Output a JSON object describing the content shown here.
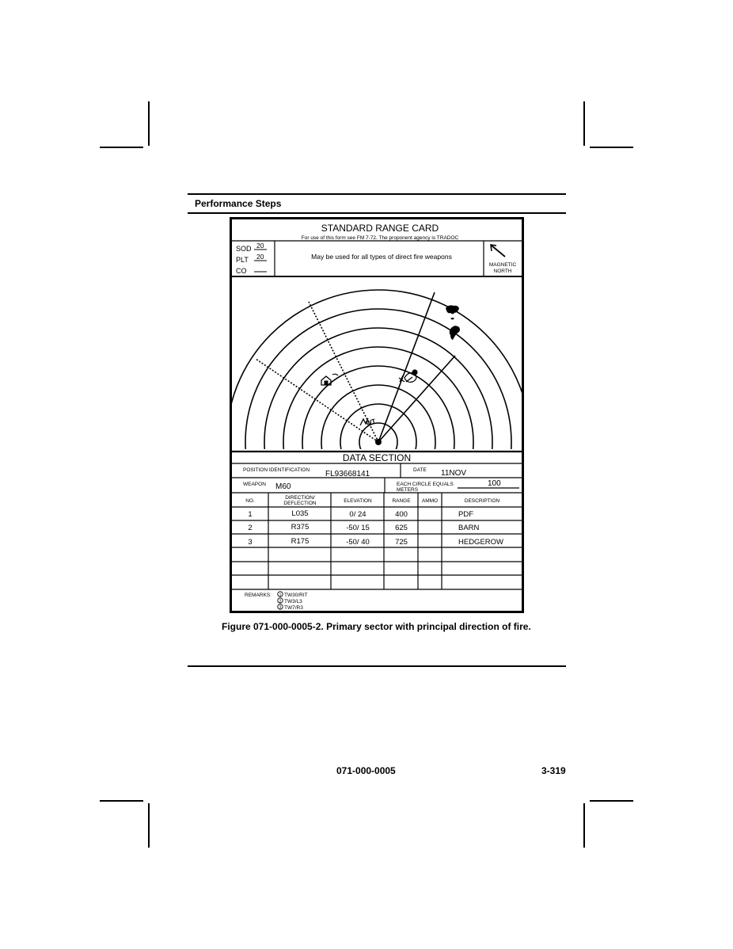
{
  "header": {
    "section_title": "Performance Steps"
  },
  "card": {
    "title": "STANDARD RANGE CARD",
    "subtitle": "For use of this form see FM 7-72. The proponent agency is TRADOC",
    "sod_label": "SOD",
    "sod_value": "20",
    "plt_label": "PLT",
    "plt_value": "20",
    "co_label": "CO",
    "usage_note": "May be used for all types of direct fire weapons",
    "magnetic_line1": "MAGNETIC",
    "magnetic_line2": "NORTH",
    "data_section_title": "DATA SECTION",
    "position_id_label": "POSITION IDENTIFICATION",
    "position_id_value": "FL93668141",
    "date_label": "DATE",
    "date_value": "11NOV",
    "weapon_label": "WEAPON",
    "weapon_value": "M60",
    "circle_label_1": "EACH CIRCLE EQUALS",
    "circle_label_2": "METERS",
    "circle_value": "100",
    "columns": [
      "NO.",
      "DIRECTION/",
      "DEFLECTION",
      "ELEVATION",
      "RANGE",
      "AMMO",
      "DESCRIPTION"
    ],
    "rows": [
      {
        "no": "1",
        "direction": "L035",
        "elevation": "0/ 24",
        "range": "400",
        "ammo": "",
        "description": "PDF"
      },
      {
        "no": "2",
        "direction": "R375",
        "elevation": "-50/ 15",
        "range": "625",
        "ammo": "",
        "description": "BARN"
      },
      {
        "no": "3",
        "direction": "R175",
        "elevation": "-50/ 40",
        "range": "725",
        "ammo": "",
        "description": "HEDGEROW"
      }
    ],
    "remarks_label": "REMARKS:",
    "remarks": [
      {
        "num": "1",
        "text": "TW30/RIT"
      },
      {
        "num": "2",
        "text": "TW3/L3"
      },
      {
        "num": "3",
        "text": "TW7/R3"
      }
    ],
    "sketch_label": "WT"
  },
  "figure_caption": "Figure 071-000-0005-2. Primary sector with principal direction of fire.",
  "footer": {
    "code": "071-000-0005",
    "page": "3-319"
  }
}
